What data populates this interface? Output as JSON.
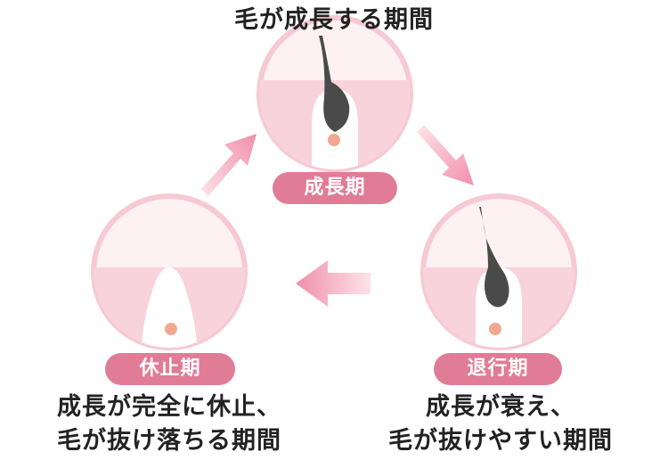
{
  "title": "毛が成長する期間",
  "stages": {
    "growth": {
      "label": "成長期"
    },
    "regression": {
      "label": "退行期",
      "caption_lines": [
        "成長が衰え、",
        "毛が抜けやすい期間"
      ]
    },
    "resting": {
      "label": "休止期",
      "caption_lines": [
        "成長が完全に休止、",
        "毛が抜け落ちる期間"
      ]
    }
  },
  "colors": {
    "circle_fill": "#fbe3e8",
    "circle_border": "#f6c9d3",
    "skin_band": "#f8cdd6",
    "hair": "#4a4a4a",
    "papilla": "#f2a88e",
    "badge": "#e17c96",
    "arrow": "#f08fab"
  },
  "icons": [
    "hair-follicle-icon",
    "cycle-arrow-icon"
  ]
}
